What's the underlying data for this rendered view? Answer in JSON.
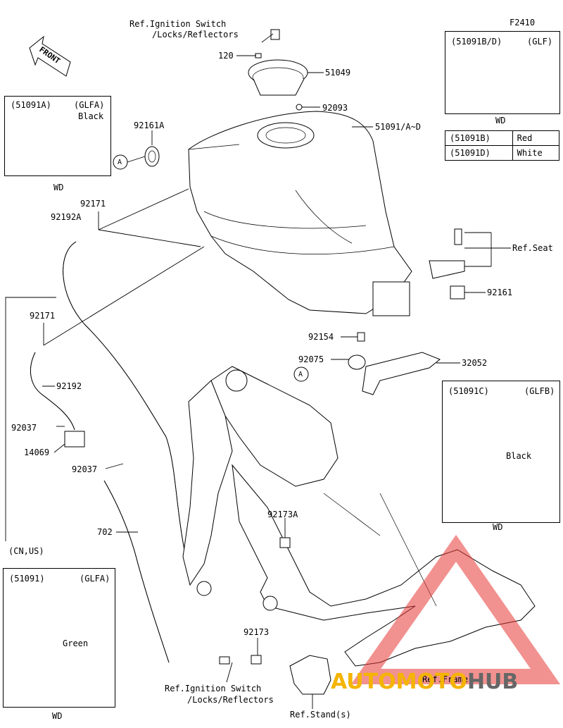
{
  "diagram_code": "F2410",
  "front_label": "FRONT",
  "callouts": {
    "ref_ign_top_1": "Ref.Ignition Switch",
    "ref_ign_top_2": "/Locks/Reflectors",
    "p120": "120",
    "p51049": "51049",
    "p92093": "92093",
    "p51091": "51091/A~D",
    "p92161A": "92161A",
    "marker_a": "A",
    "p92171_a": "92171",
    "p92192A": "92192A",
    "p92171_b": "92171",
    "p92192": "92192",
    "p92037_a": "92037",
    "p14069": "14069",
    "p92037_b": "92037",
    "p702": "702",
    "cn_us": "(CN,US)",
    "ref_seat": "Ref.Seat",
    "p92161": "92161",
    "p92154": "92154",
    "p92075": "92075",
    "p32052": "32052",
    "p92173A": "92173A",
    "p92173": "92173",
    "ref_ign_bot_1": "Ref.Ignition Switch",
    "ref_ign_bot_2": "/Locks/Reflectors",
    "ref_stand": "Ref.Stand(s)",
    "ref_frame": "Ref.Frame"
  },
  "insets": {
    "glfa_black": {
      "part": "(51091A)",
      "code": "(GLFA)",
      "color": "Black",
      "market": "WD"
    },
    "glf": {
      "part": "(51091B/D)",
      "code": "(GLF)",
      "market": "WD"
    },
    "glfb": {
      "part": "(51091C)",
      "code": "(GLFB)",
      "color": "Black",
      "market": "WD"
    },
    "glfa_green": {
      "part": "(51091)",
      "code": "(GLFA)",
      "color": "Green",
      "market": "WD"
    }
  },
  "color_table": [
    {
      "part": "(51091B)",
      "color": "Red"
    },
    {
      "part": "(51091D)",
      "color": "White"
    }
  ],
  "watermark": {
    "text_a": "AUTO",
    "text_b": "MOTO",
    "text_c": "HUB",
    "color_a": "#f4b400",
    "color_b": "#f4b400",
    "color_c": "#666666",
    "mark_color": "#e53935"
  }
}
